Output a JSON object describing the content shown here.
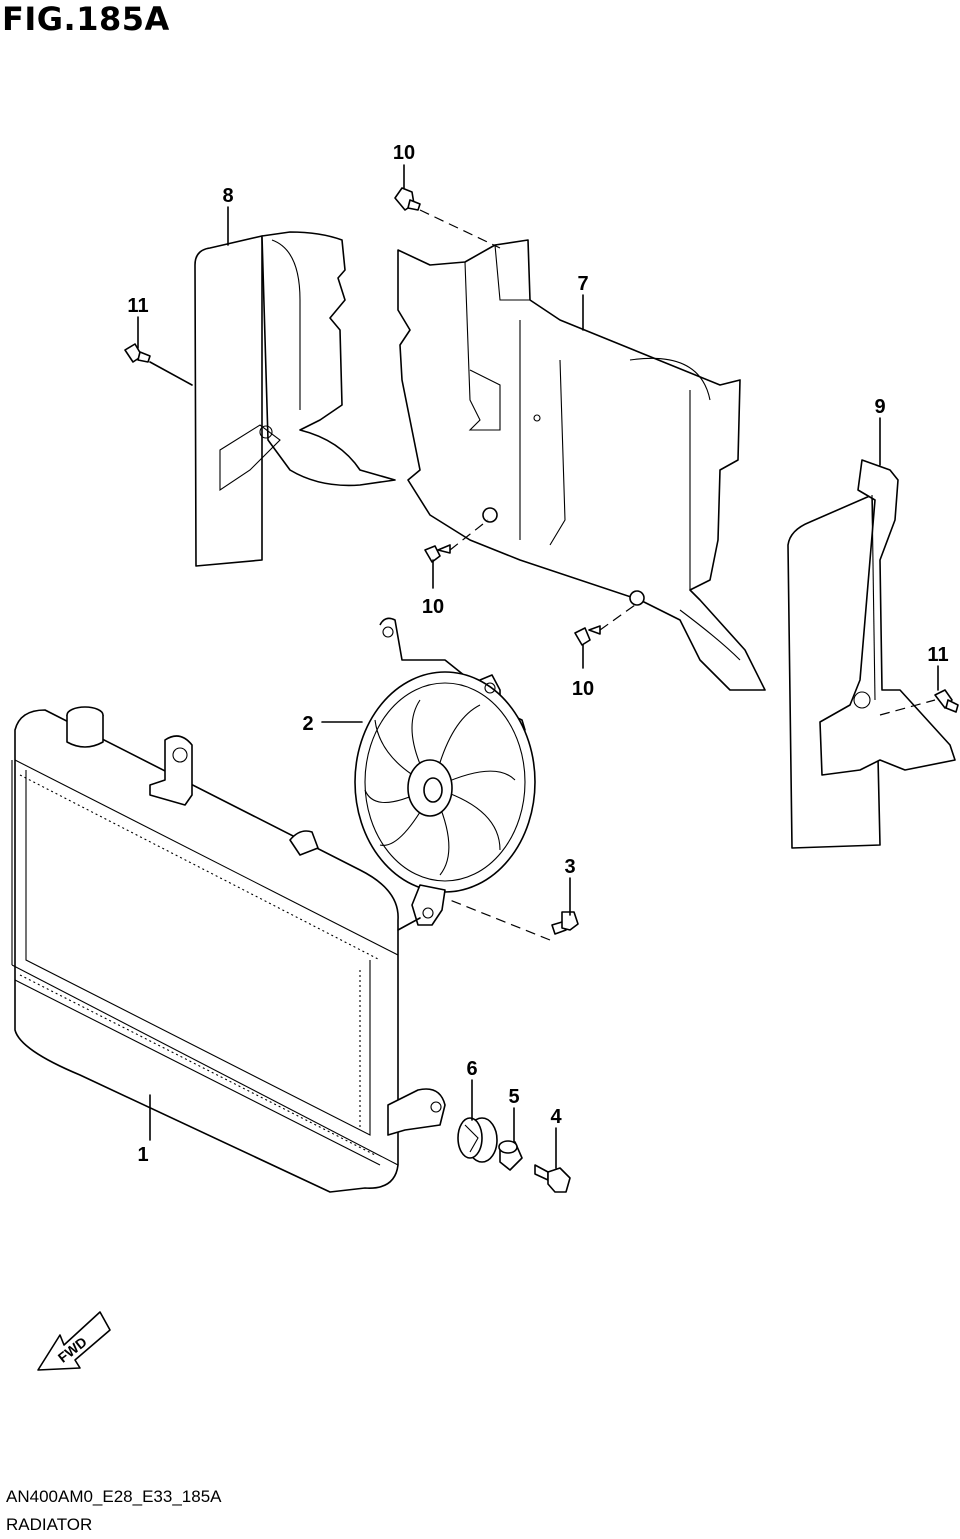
{
  "figure": {
    "title": "FIG.185A",
    "code": "AN400AM0_E28_E33_185A",
    "caption": "RADIATOR"
  },
  "callouts": [
    "1",
    "2",
    "3",
    "4",
    "5",
    "6",
    "7",
    "8",
    "9",
    "10",
    "10",
    "10",
    "11",
    "11"
  ],
  "fwd_label": "FWD"
}
